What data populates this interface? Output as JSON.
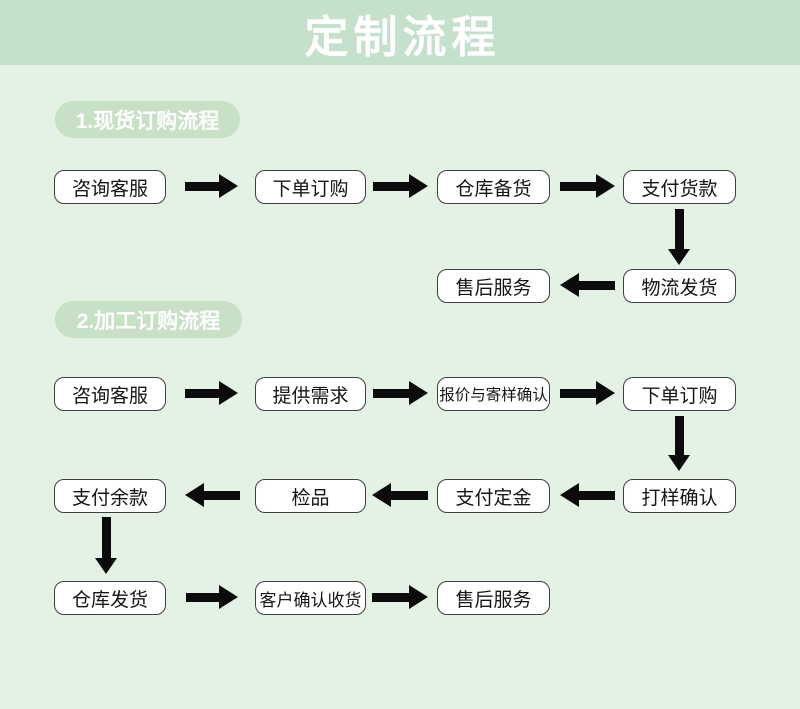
{
  "page": {
    "title": "定制流程"
  },
  "colors": {
    "header_bg": "#c5e0cb",
    "body_bg": "#e4f2e5",
    "pill_bg": "#c8e0c6",
    "box_bg": "#ffffff",
    "box_border": "#3f3f3f",
    "arrow": "#0b0b0b",
    "title_text": "#ffffff",
    "box_text": "#151515"
  },
  "section1": {
    "label": "1.现货订购流程",
    "steps": {
      "consult": "咨询客服",
      "order": "下单订购",
      "stock": "仓库备货",
      "pay": "支付货款",
      "ship": "物流发货",
      "aftersales": "售后服务"
    }
  },
  "section2": {
    "label": "2.加工订购流程",
    "steps": {
      "consult": "咨询客服",
      "requirements": "提供需求",
      "quote": "报价与寄样确认",
      "order": "下单订购",
      "proofing": "打样确认",
      "deposit": "支付定金",
      "inspection": "检品",
      "balance": "支付余款",
      "ship": "仓库发货",
      "receipt": "客户确认收货",
      "aftersales": "售后服务"
    }
  }
}
